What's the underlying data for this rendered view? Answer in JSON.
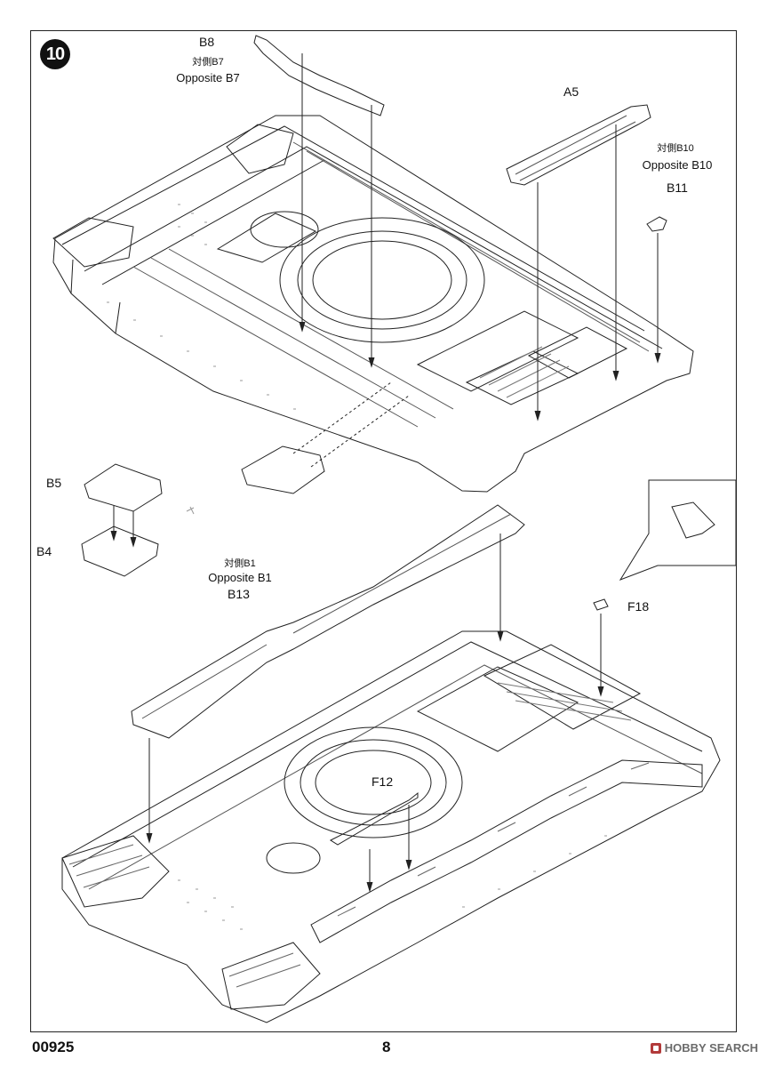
{
  "step_number": "10",
  "footer": {
    "product_code": "00925",
    "page_number": "8",
    "watermark": "HOBBY SEARCH"
  },
  "parts": {
    "b8": {
      "label": "B8",
      "opposite_jp": "対側B7",
      "opposite_en": "Opposite B7"
    },
    "a5": {
      "label": "A5"
    },
    "b10": {
      "opposite_jp": "対側B10",
      "opposite_en": "Opposite B10"
    },
    "b11": {
      "label": "B11"
    },
    "b5": {
      "label": "B5"
    },
    "b4": {
      "label": "B4"
    },
    "b13": {
      "label": "B13",
      "opposite_jp": "対側B1",
      "opposite_en": "Opposite B1"
    },
    "f18": {
      "label": "F18"
    },
    "f12": {
      "label": "F12"
    }
  }
}
